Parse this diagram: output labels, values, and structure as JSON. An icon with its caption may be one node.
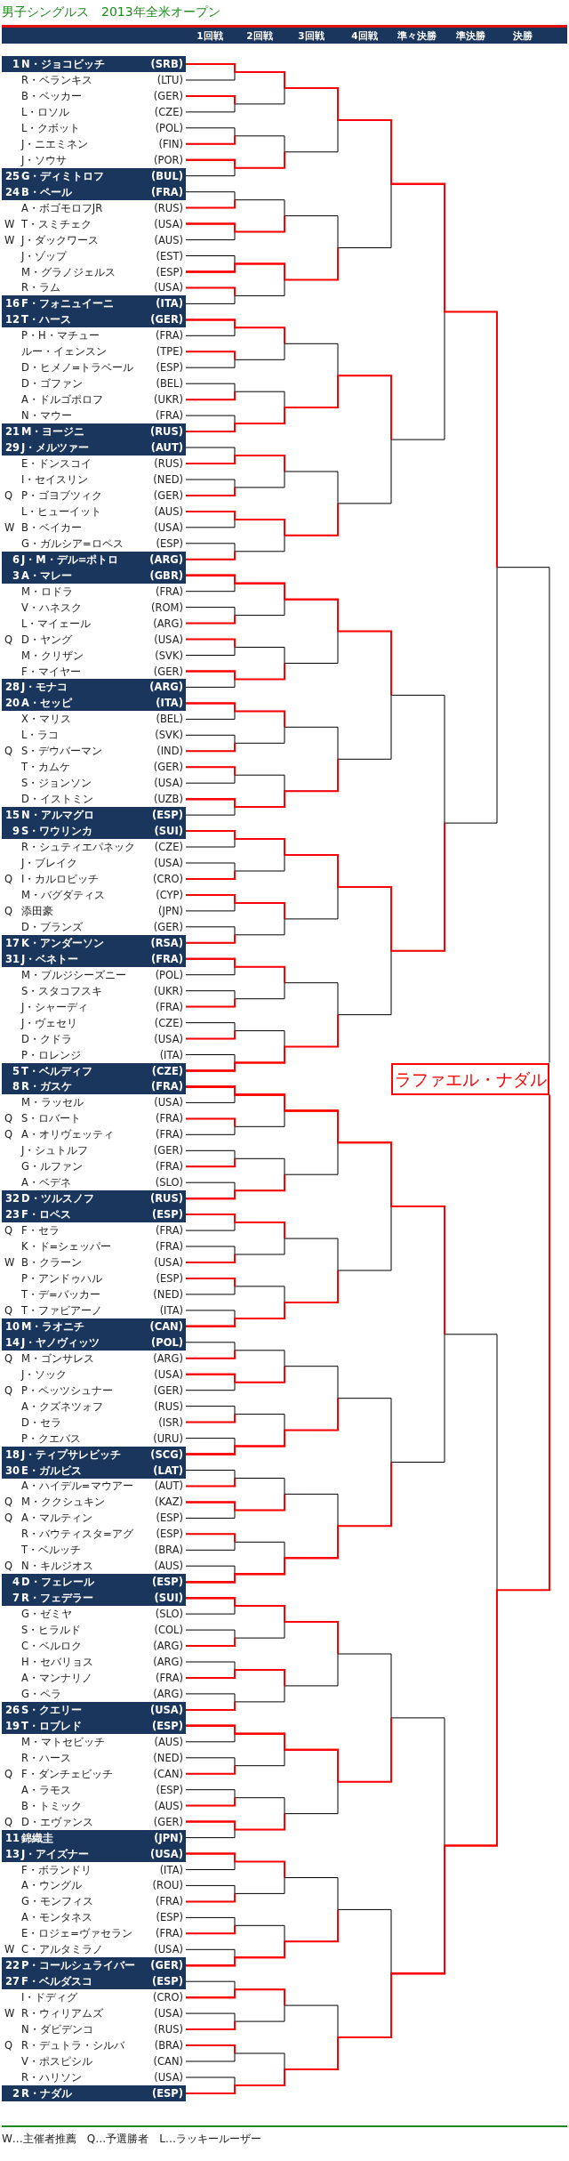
{
  "diagram": {
    "title": "男子シングルス　2013年全米オープン",
    "nodes": [
      {
        "text": [
          "1",
          "N・ジョコビッチ",
          "(SRB)"
        ]
      },
      {
        "text": [
          "R・ベランキス",
          "(LTU)"
        ]
      },
      {
        "text": [
          "B・ベッカー",
          "(GER)"
        ]
      },
      {
        "text": [
          "L・ロソル",
          "(CZE)"
        ]
      },
      {
        "text": [
          "L・クボット",
          "(POL)"
        ]
      },
      {
        "text": [
          "J・ニエミネン",
          "(FIN)"
        ]
      },
      {
        "text": [
          "J・ソウサ",
          "(POR)"
        ]
      },
      {
        "text": [
          "25",
          "G・ディミトロフ",
          "(BUL)"
        ]
      },
      {
        "text": [
          "24",
          "B・ペール",
          "(FRA)"
        ]
      },
      {
        "text": [
          "A・ボゴモロフJR",
          "(RUS)"
        ]
      },
      {
        "text": [
          "W",
          "T・スミチェク",
          "(USA)"
        ]
      },
      {
        "text": [
          "W",
          "J・ダックワース",
          "(AUS)"
        ]
      },
      {
        "text": [
          "J・ゾップ",
          "(EST)"
        ]
      },
      {
        "text": [
          "M・グラノジェルス",
          "(ESP)"
        ]
      },
      {
        "text": [
          "R・ラム",
          "(USA)"
        ]
      },
      {
        "text": [
          "16",
          "F・フォニュイーニ",
          "(ITA)"
        ]
      },
      {
        "text": [
          "12",
          "T・ハース",
          "(GER)"
        ]
      },
      {
        "text": [
          "P・H・マチュー",
          "(FRA)"
        ]
      },
      {
        "text": [
          "ルー・イェンスン",
          "(TPE)"
        ]
      },
      {
        "text": [
          "D・ヒメノ=トラベール",
          "(ESP)"
        ]
      },
      {
        "text": [
          "D・ゴファン",
          "(BEL)"
        ]
      },
      {
        "text": [
          "A・ドルゴポロフ",
          "(UKR)"
        ]
      },
      {
        "text": [
          "N・マウー",
          "(FRA)"
        ]
      },
      {
        "text": [
          "21",
          "M・ヨージニ",
          "(RUS)"
        ]
      },
      {
        "text": [
          "29",
          "J・メルツァー",
          "(AUT)"
        ]
      },
      {
        "text": [
          "E・ドンスコイ",
          "(RUS)"
        ]
      },
      {
        "text": [
          "I・セイスリン",
          "(NED)"
        ]
      },
      {
        "text": [
          "Q",
          "P・ゴヨブツィク",
          "(GER)"
        ]
      },
      {
        "text": [
          "L・ヒューイット",
          "(AUS)"
        ]
      },
      {
        "text": [
          "W",
          "B・ベイカー",
          "(USA)"
        ]
      },
      {
        "text": [
          "G・ガルシア=ロペス",
          "(ESP)"
        ]
      },
      {
        "text": [
          "6",
          "J・M・デル=ポトロ",
          "(ARG)"
        ]
      },
      {
        "text": [
          "3",
          "A・マレー",
          "(GBR)"
        ]
      },
      {
        "text": [
          "M・ロドラ",
          "(FRA)"
        ]
      },
      {
        "text": [
          "V・ハネスク",
          "(ROM)"
        ]
      },
      {
        "text": [
          "L・マイェール",
          "(ARG)"
        ]
      },
      {
        "text": [
          "Q",
          "D・ヤング",
          "(USA)"
        ]
      },
      {
        "text": [
          "M・クリザン",
          "(SVK)"
        ]
      },
      {
        "text": [
          "F・マイヤー",
          "(GER)"
        ]
      },
      {
        "text": [
          "28",
          "J・モナコ",
          "(ARG)"
        ]
      },
      {
        "text": [
          "20",
          "A・セッピ",
          "(ITA)"
        ]
      },
      {
        "text": [
          "X・マリス",
          "(BEL)"
        ]
      },
      {
        "text": [
          "L・ラコ",
          "(SVK)"
        ]
      },
      {
        "text": [
          "Q",
          "S・デウバーマン",
          "(IND)"
        ]
      },
      {
        "text": [
          "T・カムケ",
          "(GER)"
        ]
      },
      {
        "text": [
          "S・ジョンソン",
          "(USA)"
        ]
      },
      {
        "text": [
          "D・イストミン",
          "(UZB)"
        ]
      },
      {
        "text": [
          "15",
          "N・アルマグロ",
          "(ESP)"
        ]
      },
      {
        "text": [
          "9",
          "S・ワウリンカ",
          "(SUI)"
        ]
      },
      {
        "text": [
          "R・シュティエパネック",
          "(CZE)"
        ]
      },
      {
        "text": [
          "J・ブレイク",
          "(USA)"
        ]
      },
      {
        "text": [
          "Q",
          "I・カルロビッチ",
          "(CRO)"
        ]
      },
      {
        "text": [
          "M・バグダティス",
          "(CYP)"
        ]
      },
      {
        "text": [
          "Q",
          "添田豪",
          "(JPN)"
        ]
      },
      {
        "text": [
          "D・ブランズ",
          "(GER)"
        ]
      },
      {
        "text": [
          "17",
          "K・アンダーソン",
          "(RSA)"
        ]
      },
      {
        "text": [
          "31",
          "J・ベネトー",
          "(FRA)"
        ]
      },
      {
        "text": [
          "M・プルジシーズニー",
          "(POL)"
        ]
      },
      {
        "text": [
          "S・スタコフスキ",
          "(UKR)"
        ]
      },
      {
        "text": [
          "J・シャーディ",
          "(FRA)"
        ]
      },
      {
        "text": [
          "J・ヴェセリ",
          "(CZE)"
        ]
      },
      {
        "text": [
          "D・クドラ",
          "(USA)"
        ]
      },
      {
        "text": [
          "P・ロレンジ",
          "(ITA)"
        ]
      },
      {
        "text": [
          "5",
          "T・ベルディフ",
          "(CZE)"
        ]
      },
      {
        "text": [
          "8",
          "R・ガスケ",
          "(FRA)"
        ]
      },
      {
        "text": [
          "M・ラッセル",
          "(USA)"
        ]
      },
      {
        "text": [
          "Q",
          "S・ロバート",
          "(FRA)"
        ]
      },
      {
        "text": [
          "Q",
          "A・オリヴェッティ",
          "(FRA)"
        ]
      },
      {
        "text": [
          "J・シュトルフ",
          "(GER)"
        ]
      },
      {
        "text": [
          "G・ルファン",
          "(FRA)"
        ]
      },
      {
        "text": [
          "A・ベデネ",
          "(SLO)"
        ]
      },
      {
        "text": [
          "32",
          "D・ツルスノフ",
          "(RUS)"
        ]
      },
      {
        "text": [
          "23",
          "F・ロペス",
          "(ESP)"
        ]
      },
      {
        "text": [
          "Q",
          "F・セラ",
          "(FRA)"
        ]
      },
      {
        "text": [
          "K・ド=シェッパー",
          "(FRA)"
        ]
      },
      {
        "text": [
          "W",
          "B・クラーン",
          "(USA)"
        ]
      },
      {
        "text": [
          "P・アンドゥハル",
          "(ESP)"
        ]
      },
      {
        "text": [
          "T・デ=バッカー",
          "(NED)"
        ]
      },
      {
        "text": [
          "Q",
          "T・ファビアーノ",
          "(ITA)"
        ]
      },
      {
        "text": [
          "10",
          "M・ラオニチ",
          "(CAN)"
        ]
      },
      {
        "text": [
          "14",
          "J・ヤノヴィッツ",
          "(POL)"
        ]
      },
      {
        "text": [
          "Q",
          "M・ゴンサレス",
          "(ARG)"
        ]
      },
      {
        "text": [
          "J・ソック",
          "(USA)"
        ]
      },
      {
        "text": [
          "Q",
          "P・ペッツシュナー",
          "(GER)"
        ]
      },
      {
        "text": [
          "A・クズネツォフ",
          "(RUS)"
        ]
      },
      {
        "text": [
          "D・セラ",
          "(ISR)"
        ]
      },
      {
        "text": [
          "P・クエバス",
          "(URU)"
        ]
      },
      {
        "text": [
          "18",
          "J・ティプサレビッチ",
          "(SCG)"
        ]
      },
      {
        "text": [
          "30",
          "E・ガルビス",
          "(LAT)"
        ]
      },
      {
        "text": [
          "A・ハイデル=マウアー",
          "(AUT)"
        ]
      },
      {
        "text": [
          "Q",
          "M・ククシュキン",
          "(KAZ)"
        ]
      },
      {
        "text": [
          "Q",
          "A・マルティン",
          "(ESP)"
        ]
      },
      {
        "text": [
          "R・バウティスタ=アグ",
          "(ESP)"
        ]
      },
      {
        "text": [
          "T・ベルッチ",
          "(BRA)"
        ]
      },
      {
        "text": [
          "Q",
          "N・キルジオス",
          "(AUS)"
        ]
      },
      {
        "text": [
          "4",
          "D・フェレール",
          "(ESP)"
        ]
      },
      {
        "text": [
          "7",
          "R・フェデラー",
          "(SUI)"
        ]
      },
      {
        "text": [
          "G・ゼミヤ",
          "(SLO)"
        ]
      },
      {
        "text": [
          "S・ヒラルド",
          "(COL)"
        ]
      },
      {
        "text": [
          "C・ベルロク",
          "(ARG)"
        ]
      },
      {
        "text": [
          "H・セバリョス",
          "(ARG)"
        ]
      },
      {
        "text": [
          "A・マンナリノ",
          "(FRA)"
        ]
      },
      {
        "text": [
          "G・ペラ",
          "(ARG)"
        ]
      },
      {
        "text": [
          "26",
          "S・クエリー",
          "(USA)"
        ]
      },
      {
        "text": [
          "19",
          "T・ロブレド",
          "(ESP)"
        ]
      },
      {
        "text": [
          "M・マトセビッチ",
          "(AUS)"
        ]
      },
      {
        "text": [
          "R・ハース",
          "(NED)"
        ]
      },
      {
        "text": [
          "Q",
          "F・ダンチェビッチ",
          "(CAN)"
        ]
      },
      {
        "text": [
          "A・ラモス",
          "(ESP)"
        ]
      },
      {
        "text": [
          "B・トミック",
          "(AUS)"
        ]
      },
      {
        "text": [
          "Q",
          "D・エヴァンス",
          "(GER)"
        ]
      },
      {
        "text": [
          "11",
          "錦織圭",
          "(JPN)"
        ]
      },
      {
        "text": [
          "13",
          "J・アイズナー",
          "(USA)"
        ]
      },
      {
        "text": [
          "F・ボランドリ",
          "(ITA)"
        ]
      },
      {
        "text": [
          "A・ウングル",
          "(ROU)"
        ]
      },
      {
        "text": [
          "G・モンフィス",
          "(FRA)"
        ]
      },
      {
        "text": [
          "A・モンタネス",
          "(ESP)"
        ]
      },
      {
        "text": [
          "E・ロジェ=ヴァセラン",
          "(FRA)"
        ]
      },
      {
        "text": [
          "W",
          "C・アルタミラノ",
          "(USA)"
        ]
      },
      {
        "text": [
          "22",
          "P・コールシュライバー",
          "(GER)"
        ]
      },
      {
        "text": [
          "27",
          "F・ベルダスコ",
          "(ESP)"
        ]
      },
      {
        "text": [
          "I・ドディグ",
          "(CRO)"
        ]
      },
      {
        "text": [
          "W",
          "R・ウィリアムズ",
          "(USA)"
        ]
      },
      {
        "text": [
          "N・ダビデンコ",
          "(RUS)"
        ]
      },
      {
        "text": [
          "Q",
          "R・デュトラ・シルバ",
          "(BRA)"
        ]
      },
      {
        "text": [
          "V・ポスピシル",
          "(CAN)"
        ]
      },
      {
        "text": [
          "R・ハリソン",
          "(USA)"
        ]
      },
      {
        "text": [
          "2",
          "R・ナダル",
          "(ESP)"
        ]
      },
      {
        "text": [
          "ラファエル・ナダル"
        ]
      }
    ],
    "edges": [
      {
        "from": 0,
        "to": null,
        "arrow": "none",
        "color": "#ff0000"
      },
      {
        "from": 0,
        "to": null,
        "arrow": "none",
        "color": "#ff0000"
      },
      {
        "from": 0,
        "to": null,
        "arrow": "none",
        "color": "#ff0000"
      },
      {
        "from": 0,
        "to": null,
        "arrow": "none",
        "color": "#ff0000"
      },
      {
        "from": 0,
        "to": null,
        "arrow": "none",
        "color": "#ff0000"
      },
      {
        "from": 0,
        "to": null,
        "arrow": "none",
        "color": "#ff0000"
      },
      {
        "from": 0,
        "to": 128,
        "arrow": "none",
        "color": "#000000"
      },
      {
        "from": 1,
        "to": null,
        "arrow": "none",
        "color": "#000000"
      },
      {
        "from": 2,
        "to": null,
        "arrow": "none",
        "color": "#ff0000"
      },
      {
        "from": 2,
        "to": null,
        "arrow": "none",
        "color": "#000000"
      },
      {
        "from": 3,
        "to": null,
        "arrow": "none",
        "color": "#000000"
      },
      {
        "from": 4,
        "to": null,
        "arrow": "none",
        "color": "#000000"
      },
      {
        "from": 5,
        "to": null,
        "arrow": "none",
        "color": "#ff0000"
      },
      {
        "from": 5,
        "to": null,
        "arrow": "none",
        "color": "#000000"
      },
      {
        "from": 6,
        "to": null,
        "arrow": "none",
        "color": "#ff0000"
      },
      {
        "from": 6,
        "to": null,
        "arrow": "none",
        "color": "#ff0000"
      },
      {
        "from": 6,
        "to": null,
        "arrow": "none",
        "color": "#000000"
      },
      {
        "from": 7,
        "to": null,
        "arrow": "none",
        "color": "#000000"
      },
      {
        "from": 8,
        "to": null,
        "arrow": "none",
        "color": "#000000"
      },
      {
        "from": 9,
        "to": null,
        "arrow": "none",
        "color": "#ff0000"
      },
      {
        "from": 9,
        "to": null,
        "arrow": "none",
        "color": "#000000"
      },
      {
        "from": 10,
        "to": null,
        "arrow": "none",
        "color": "#ff0000"
      },
      {
        "from": 10,
        "to": null,
        "arrow": "none",
        "color": "#ff0000"
      },
      {
        "from": 10,
        "to": null,
        "arrow": "none",
        "color": "#000000"
      },
      {
        "from": 11,
        "to": null,
        "arrow": "none",
        "color": "#000000"
      },
      {
        "from": 12,
        "to": null,
        "arrow": "none",
        "color": "#000000"
      },
      {
        "from": 13,
        "to": null,
        "arrow": "none",
        "color": "#ff0000"
      },
      {
        "from": 13,
        "to": null,
        "arrow": "none",
        "color": "#ff0000"
      },
      {
        "from": 13,
        "to": null,
        "arrow": "none",
        "color": "#ff0000"
      },
      {
        "from": 13,
        "to": null,
        "arrow": "none",
        "color": "#000000"
      },
      {
        "from": 14,
        "to": null,
        "arrow": "none",
        "color": "#ff0000"
      },
      {
        "from": 14,
        "to": null,
        "arrow": "none",
        "color": "#000000"
      },
      {
        "from": 15,
        "to": null,
        "arrow": "none",
        "color": "#000000"
      },
      {
        "from": 16,
        "to": null,
        "arrow": "none",
        "color": "#ff0000"
      },
      {
        "from": 16,
        "to": null,
        "arrow": "none",
        "color": "#ff0000"
      },
      {
        "from": 16,
        "to": null,
        "arrow": "none",
        "color": "#000000"
      },
      {
        "from": 17,
        "to": null,
        "arrow": "none",
        "color": "#000000"
      },
      {
        "from": 18,
        "to": null,
        "arrow": "none",
        "color": "#ff0000"
      },
      {
        "from": 18,
        "to": null,
        "arrow": "none",
        "color": "#000000"
      },
      {
        "from": 19,
        "to": null,
        "arrow": "none",
        "color": "#000000"
      },
      {
        "from": 20,
        "to": null,
        "arrow": "none",
        "color": "#000000"
      },
      {
        "from": 21,
        "to": null,
        "arrow": "none",
        "color": "#ff0000"
      },
      {
        "from": 21,
        "to": null,
        "arrow": "none",
        "color": "#000000"
      },
      {
        "from": 22,
        "to": null,
        "arrow": "none",
        "color": "#000000"
      },
      {
        "from": 23,
        "to": null,
        "arrow": "none",
        "color": "#ff0000"
      },
      {
        "from": 23,
        "to": null,
        "arrow": "none",
        "color": "#ff0000"
      },
      {
        "from": 23,
        "to": null,
        "arrow": "none",
        "color": "#ff0000"
      },
      {
        "from": 23,
        "to": null,
        "arrow": "none",
        "color": "#ff0000"
      },
      {
        "from": 23,
        "to": null,
        "arrow": "none",
        "color": "#000000"
      },
      {
        "from": 24,
        "to": null,
        "arrow": "none",
        "color": "#000000"
      },
      {
        "from": 25,
        "to": null,
        "arrow": "none",
        "color": "#ff0000"
      },
      {
        "from": 25,
        "to": null,
        "arrow": "none",
        "color": "#ff0000"
      },
      {
        "from": 25,
        "to": null,
        "arrow": "none",
        "color": "#000000"
      },
      {
        "from": 26,
        "to": null,
        "arrow": "none",
        "color": "#000000"
      },
      {
        "from": 27,
        "to": null,
        "arrow": "none",
        "color": "#ff0000"
      },
      {
        "from": 27,
        "to": null,
        "arrow": "none",
        "color": "#000000"
      },
      {
        "from": 28,
        "to": null,
        "arrow": "none",
        "color": "#ff0000"
      },
      {
        "from": 28,
        "to": null,
        "arrow": "none",
        "color": "#ff0000"
      },
      {
        "from": 28,
        "to": null,
        "arrow": "none",
        "color": "#ff0000"
      },
      {
        "from": 28,
        "to": null,
        "arrow": "none",
        "color": "#000000"
      },
      {
        "from": 29,
        "to": null,
        "arrow": "none",
        "color": "#000000"
      },
      {
        "from": 30,
        "to": null,
        "arrow": "none",
        "color": "#000000"
      },
      {
        "from": 31,
        "to": null,
        "arrow": "none",
        "color": "#ff0000"
      },
      {
        "from": 31,
        "to": null,
        "arrow": "none",
        "color": "#000000"
      },
      {
        "from": 32,
        "to": null,
        "arrow": "none",
        "color": "#ff0000"
      },
      {
        "from": 32,
        "to": null,
        "arrow": "none",
        "color": "#ff0000"
      },
      {
        "from": 32,
        "to": null,
        "arrow": "none",
        "color": "#ff0000"
      },
      {
        "from": 32,
        "to": null,
        "arrow": "none",
        "color": "#ff0000"
      },
      {
        "from": 32,
        "to": null,
        "arrow": "none",
        "color": "#000000"
      },
      {
        "from": 33,
        "to": null,
        "arrow": "none",
        "color": "#000000"
      },
      {
        "from": 34,
        "to": null,
        "arrow": "none",
        "color": "#000000"
      },
      {
        "from": 35,
        "to": null,
        "arrow": "none",
        "color": "#ff0000"
      },
      {
        "from": 35,
        "to": null,
        "arrow": "none",
        "color": "#000000"
      },
      {
        "from": 36,
        "to": null,
        "arrow": "none",
        "color": "#ff0000"
      },
      {
        "from": 36,
        "to": null,
        "arrow": "none",
        "color": "#000000"
      },
      {
        "from": 37,
        "to": null,
        "arrow": "none",
        "color": "#000000"
      },
      {
        "from": 38,
        "to": null,
        "arrow": "none",
        "color": "#ff0000"
      },
      {
        "from": 38,
        "to": null,
        "arrow": "none",
        "color": "#ff0000"
      },
      {
        "from": 38,
        "to": null,
        "arrow": "none",
        "color": "#000000"
      },
      {
        "from": 39,
        "to": null,
        "arrow": "none",
        "color": "#000000"
      },
      {
        "from": 40,
        "to": null,
        "arrow": "none",
        "color": "#ff0000"
      },
      {
        "from": 40,
        "to": null,
        "arrow": "none",
        "color": "#ff0000"
      },
      {
        "from": 40,
        "to": null,
        "arrow": "none",
        "color": "#000000"
      },
      {
        "from": 41,
        "to": null,
        "arrow": "none",
        "color": "#000000"
      },
      {
        "from": 42,
        "to": null,
        "arrow": "none",
        "color": "#000000"
      },
      {
        "from": 43,
        "to": null,
        "arrow": "none",
        "color": "#ff0000"
      },
      {
        "from": 43,
        "to": null,
        "arrow": "none",
        "color": "#000000"
      },
      {
        "from": 44,
        "to": null,
        "arrow": "none",
        "color": "#ff0000"
      },
      {
        "from": 44,
        "to": null,
        "arrow": "none",
        "color": "#000000"
      },
      {
        "from": 45,
        "to": null,
        "arrow": "none",
        "color": "#000000"
      },
      {
        "from": 46,
        "to": null,
        "arrow": "none",
        "color": "#ff0000"
      },
      {
        "from": 46,
        "to": null,
        "arrow": "none",
        "color": "#ff0000"
      },
      {
        "from": 46,
        "to": null,
        "arrow": "none",
        "color": "#ff0000"
      },
      {
        "from": 46,
        "to": null,
        "arrow": "none",
        "color": "#000000"
      },
      {
        "from": 47,
        "to": null,
        "arrow": "none",
        "color": "#000000"
      },
      {
        "from": 48,
        "to": null,
        "arrow": "none",
        "color": "#ff0000"
      },
      {
        "from": 48,
        "to": null,
        "arrow": "none",
        "color": "#ff0000"
      },
      {
        "from": 48,
        "to": null,
        "arrow": "none",
        "color": "#ff0000"
      },
      {
        "from": 48,
        "to": null,
        "arrow": "none",
        "color": "#ff0000"
      },
      {
        "from": 48,
        "to": null,
        "arrow": "none",
        "color": "#ff0000"
      },
      {
        "from": 48,
        "to": null,
        "arrow": "none",
        "color": "#000000"
      },
      {
        "from": 49,
        "to": null,
        "arrow": "none",
        "color": "#000000"
      },
      {
        "from": 50,
        "to": null,
        "arrow": "none",
        "color": "#000000"
      },
      {
        "from": 51,
        "to": null,
        "arrow": "none",
        "color": "#ff0000"
      },
      {
        "from": 51,
        "to": null,
        "arrow": "none",
        "color": "#000000"
      },
      {
        "from": 52,
        "to": null,
        "arrow": "none",
        "color": "#ff0000"
      },
      {
        "from": 52,
        "to": null,
        "arrow": "none",
        "color": "#ff0000"
      },
      {
        "from": 52,
        "to": null,
        "arrow": "none",
        "color": "#000000"
      },
      {
        "from": 53,
        "to": null,
        "arrow": "none",
        "color": "#000000"
      },
      {
        "from": 54,
        "to": null,
        "arrow": "none",
        "color": "#000000"
      },
      {
        "from": 55,
        "to": null,
        "arrow": "none",
        "color": "#ff0000"
      },
      {
        "from": 55,
        "to": null,
        "arrow": "none",
        "color": "#000000"
      },
      {
        "from": 56,
        "to": null,
        "arrow": "none",
        "color": "#ff0000"
      },
      {
        "from": 56,
        "to": null,
        "arrow": "none",
        "color": "#ff0000"
      },
      {
        "from": 56,
        "to": null,
        "arrow": "none",
        "color": "#000000"
      },
      {
        "from": 57,
        "to": null,
        "arrow": "none",
        "color": "#000000"
      },
      {
        "from": 58,
        "to": null,
        "arrow": "none",
        "color": "#000000"
      },
      {
        "from": 59,
        "to": null,
        "arrow": "none",
        "color": "#ff0000"
      },
      {
        "from": 59,
        "to": null,
        "arrow": "none",
        "color": "#000000"
      },
      {
        "from": 60,
        "to": null,
        "arrow": "none",
        "color": "#000000"
      },
      {
        "from": 61,
        "to": null,
        "arrow": "none",
        "color": "#ff0000"
      },
      {
        "from": 61,
        "to": null,
        "arrow": "none",
        "color": "#000000"
      },
      {
        "from": 62,
        "to": null,
        "arrow": "none",
        "color": "#000000"
      },
      {
        "from": 63,
        "to": null,
        "arrow": "none",
        "color": "#ff0000"
      },
      {
        "from": 63,
        "to": null,
        "arrow": "none",
        "color": "#ff0000"
      },
      {
        "from": 63,
        "to": null,
        "arrow": "none",
        "color": "#ff0000"
      },
      {
        "from": 63,
        "to": null,
        "arrow": "none",
        "color": "#000000"
      },
      {
        "from": 64,
        "to": null,
        "arrow": "none",
        "color": "#ff0000"
      },
      {
        "from": 64,
        "to": null,
        "arrow": "none",
        "color": "#ff0000"
      },
      {
        "from": 64,
        "to": null,
        "arrow": "none",
        "color": "#ff0000"
      },
      {
        "from": 64,
        "to": null,
        "arrow": "none",
        "color": "#ff0000"
      },
      {
        "from": 64,
        "to": null,
        "arrow": "none",
        "color": "#ff0000"
      },
      {
        "from": 64,
        "to": null,
        "arrow": "none",
        "color": "#000000"
      },
      {
        "from": 65,
        "to": null,
        "arrow": "none",
        "color": "#000000"
      },
      {
        "from": 66,
        "to": null,
        "arrow": "none",
        "color": "#ff0000"
      },
      {
        "from": 66,
        "to": null,
        "arrow": "none",
        "color": "#000000"
      },
      {
        "from": 67,
        "to": null,
        "arrow": "none",
        "color": "#000000"
      },
      {
        "from": 68,
        "to": null,
        "arrow": "none",
        "color": "#000000"
      },
      {
        "from": 69,
        "to": null,
        "arrow": "none",
        "color": "#ff0000"
      },
      {
        "from": 69,
        "to": null,
        "arrow": "none",
        "color": "#000000"
      },
      {
        "from": 70,
        "to": null,
        "arrow": "none",
        "color": "#000000"
      },
      {
        "from": 71,
        "to": null,
        "arrow": "none",
        "color": "#ff0000"
      },
      {
        "from": 71,
        "to": null,
        "arrow": "none",
        "color": "#ff0000"
      },
      {
        "from": 71,
        "to": null,
        "arrow": "none",
        "color": "#000000"
      },
      {
        "from": 72,
        "to": null,
        "arrow": "none",
        "color": "#ff0000"
      },
      {
        "from": 72,
        "to": null,
        "arrow": "none",
        "color": "#ff0000"
      },
      {
        "from": 72,
        "to": null,
        "arrow": "none",
        "color": "#000000"
      },
      {
        "from": 73,
        "to": null,
        "arrow": "none",
        "color": "#000000"
      },
      {
        "from": 74,
        "to": null,
        "arrow": "none",
        "color": "#000000"
      },
      {
        "from": 75,
        "to": null,
        "arrow": "none",
        "color": "#ff0000"
      },
      {
        "from": 75,
        "to": null,
        "arrow": "none",
        "color": "#000000"
      },
      {
        "from": 76,
        "to": null,
        "arrow": "none",
        "color": "#ff0000"
      },
      {
        "from": 76,
        "to": null,
        "arrow": "none",
        "color": "#000000"
      },
      {
        "from": 77,
        "to": null,
        "arrow": "none",
        "color": "#000000"
      },
      {
        "from": 78,
        "to": null,
        "arrow": "none",
        "color": "#000000"
      },
      {
        "from": 79,
        "to": null,
        "arrow": "none",
        "color": "#ff0000"
      },
      {
        "from": 79,
        "to": null,
        "arrow": "none",
        "color": "#ff0000"
      },
      {
        "from": 79,
        "to": null,
        "arrow": "none",
        "color": "#ff0000"
      },
      {
        "from": 79,
        "to": null,
        "arrow": "none",
        "color": "#000000"
      },
      {
        "from": 80,
        "to": null,
        "arrow": "none",
        "color": "#000000"
      },
      {
        "from": 81,
        "to": null,
        "arrow": "none",
        "color": "#ff0000"
      },
      {
        "from": 81,
        "to": null,
        "arrow": "none",
        "color": "#000000"
      },
      {
        "from": 82,
        "to": null,
        "arrow": "none",
        "color": "#ff0000"
      },
      {
        "from": 82,
        "to": null,
        "arrow": "none",
        "color": "#ff0000"
      },
      {
        "from": 82,
        "to": null,
        "arrow": "none",
        "color": "#000000"
      },
      {
        "from": 83,
        "to": null,
        "arrow": "none",
        "color": "#000000"
      },
      {
        "from": 84,
        "to": null,
        "arrow": "none",
        "color": "#000000"
      },
      {
        "from": 85,
        "to": null,
        "arrow": "none",
        "color": "#ff0000"
      },
      {
        "from": 85,
        "to": null,
        "arrow": "none",
        "color": "#000000"
      },
      {
        "from": 86,
        "to": null,
        "arrow": "none",
        "color": "#000000"
      },
      {
        "from": 87,
        "to": null,
        "arrow": "none",
        "color": "#ff0000"
      },
      {
        "from": 87,
        "to": null,
        "arrow": "none",
        "color": "#ff0000"
      },
      {
        "from": 87,
        "to": null,
        "arrow": "none",
        "color": "#ff0000"
      },
      {
        "from": 87,
        "to": null,
        "arrow": "none",
        "color": "#000000"
      },
      {
        "from": 88,
        "to": null,
        "arrow": "none",
        "color": "#000000"
      },
      {
        "from": 89,
        "to": null,
        "arrow": "none",
        "color": "#ff0000"
      },
      {
        "from": 89,
        "to": null,
        "arrow": "none",
        "color": "#000000"
      },
      {
        "from": 90,
        "to": null,
        "arrow": "none",
        "color": "#ff0000"
      },
      {
        "from": 90,
        "to": null,
        "arrow": "none",
        "color": "#ff0000"
      },
      {
        "from": 90,
        "to": null,
        "arrow": "none",
        "color": "#000000"
      },
      {
        "from": 91,
        "to": null,
        "arrow": "none",
        "color": "#000000"
      },
      {
        "from": 92,
        "to": null,
        "arrow": "none",
        "color": "#ff0000"
      },
      {
        "from": 92,
        "to": null,
        "arrow": "none",
        "color": "#000000"
      },
      {
        "from": 93,
        "to": null,
        "arrow": "none",
        "color": "#000000"
      },
      {
        "from": 94,
        "to": null,
        "arrow": "none",
        "color": "#000000"
      },
      {
        "from": 95,
        "to": null,
        "arrow": "none",
        "color": "#ff0000"
      },
      {
        "from": 95,
        "to": null,
        "arrow": "none",
        "color": "#ff0000"
      },
      {
        "from": 95,
        "to": null,
        "arrow": "none",
        "color": "#ff0000"
      },
      {
        "from": 95,
        "to": null,
        "arrow": "none",
        "color": "#ff0000"
      },
      {
        "from": 95,
        "to": null,
        "arrow": "none",
        "color": "#000000"
      },
      {
        "from": 96,
        "to": null,
        "arrow": "none",
        "color": "#ff0000"
      },
      {
        "from": 96,
        "to": null,
        "arrow": "none",
        "color": "#ff0000"
      },
      {
        "from": 96,
        "to": null,
        "arrow": "none",
        "color": "#ff0000"
      },
      {
        "from": 96,
        "to": null,
        "arrow": "none",
        "color": "#000000"
      },
      {
        "from": 97,
        "to": null,
        "arrow": "none",
        "color": "#000000"
      },
      {
        "from": 98,
        "to": null,
        "arrow": "none",
        "color": "#000000"
      },
      {
        "from": 99,
        "to": null,
        "arrow": "none",
        "color": "#ff0000"
      },
      {
        "from": 99,
        "to": null,
        "arrow": "none",
        "color": "#000000"
      },
      {
        "from": 100,
        "to": null,
        "arrow": "none",
        "color": "#000000"
      },
      {
        "from": 101,
        "to": null,
        "arrow": "none",
        "color": "#ff0000"
      },
      {
        "from": 101,
        "to": null,
        "arrow": "none",
        "color": "#ff0000"
      },
      {
        "from": 101,
        "to": null,
        "arrow": "none",
        "color": "#000000"
      },
      {
        "from": 102,
        "to": null,
        "arrow": "none",
        "color": "#000000"
      },
      {
        "from": 103,
        "to": null,
        "arrow": "none",
        "color": "#ff0000"
      },
      {
        "from": 103,
        "to": null,
        "arrow": "none",
        "color": "#000000"
      },
      {
        "from": 104,
        "to": null,
        "arrow": "none",
        "color": "#ff0000"
      },
      {
        "from": 104,
        "to": null,
        "arrow": "none",
        "color": "#ff0000"
      },
      {
        "from": 104,
        "to": null,
        "arrow": "none",
        "color": "#ff0000"
      },
      {
        "from": 104,
        "to": null,
        "arrow": "none",
        "color": "#ff0000"
      },
      {
        "from": 104,
        "to": null,
        "arrow": "none",
        "color": "#000000"
      },
      {
        "from": 105,
        "to": null,
        "arrow": "none",
        "color": "#000000"
      },
      {
        "from": 106,
        "to": null,
        "arrow": "none",
        "color": "#000000"
      },
      {
        "from": 107,
        "to": null,
        "arrow": "none",
        "color": "#ff0000"
      },
      {
        "from": 107,
        "to": null,
        "arrow": "none",
        "color": "#000000"
      },
      {
        "from": 108,
        "to": null,
        "arrow": "none",
        "color": "#000000"
      },
      {
        "from": 109,
        "to": null,
        "arrow": "none",
        "color": "#ff0000"
      },
      {
        "from": 109,
        "to": null,
        "arrow": "none",
        "color": "#000000"
      },
      {
        "from": 110,
        "to": null,
        "arrow": "none",
        "color": "#ff0000"
      },
      {
        "from": 110,
        "to": null,
        "arrow": "none",
        "color": "#ff0000"
      },
      {
        "from": 110,
        "to": null,
        "arrow": "none",
        "color": "#000000"
      },
      {
        "from": 111,
        "to": null,
        "arrow": "none",
        "color": "#000000"
      },
      {
        "from": 112,
        "to": null,
        "arrow": "none",
        "color": "#ff0000"
      },
      {
        "from": 112,
        "to": null,
        "arrow": "none",
        "color": "#ff0000"
      },
      {
        "from": 112,
        "to": null,
        "arrow": "none",
        "color": "#000000"
      },
      {
        "from": 113,
        "to": null,
        "arrow": "none",
        "color": "#000000"
      },
      {
        "from": 114,
        "to": null,
        "arrow": "none",
        "color": "#000000"
      },
      {
        "from": 115,
        "to": null,
        "arrow": "none",
        "color": "#ff0000"
      },
      {
        "from": 115,
        "to": null,
        "arrow": "none",
        "color": "#000000"
      },
      {
        "from": 116,
        "to": null,
        "arrow": "none",
        "color": "#000000"
      },
      {
        "from": 117,
        "to": null,
        "arrow": "none",
        "color": "#ff0000"
      },
      {
        "from": 117,
        "to": null,
        "arrow": "none",
        "color": "#000000"
      },
      {
        "from": 118,
        "to": null,
        "arrow": "none",
        "color": "#000000"
      },
      {
        "from": 119,
        "to": null,
        "arrow": "none",
        "color": "#ff0000"
      },
      {
        "from": 119,
        "to": null,
        "arrow": "none",
        "color": "#ff0000"
      },
      {
        "from": 119,
        "to": null,
        "arrow": "none",
        "color": "#ff0000"
      },
      {
        "from": 119,
        "to": null,
        "arrow": "none",
        "color": "#000000"
      },
      {
        "from": 120,
        "to": null,
        "arrow": "none",
        "color": "#000000"
      },
      {
        "from": 121,
        "to": null,
        "arrow": "none",
        "color": "#ff0000"
      },
      {
        "from": 121,
        "to": null,
        "arrow": "none",
        "color": "#ff0000"
      },
      {
        "from": 121,
        "to": null,
        "arrow": "none",
        "color": "#000000"
      },
      {
        "from": 122,
        "to": null,
        "arrow": "none",
        "color": "#000000"
      },
      {
        "from": 123,
        "to": null,
        "arrow": "none",
        "color": "#ff0000"
      },
      {
        "from": 123,
        "to": null,
        "arrow": "none",
        "color": "#000000"
      },
      {
        "from": 124,
        "to": null,
        "arrow": "none",
        "color": "#ff0000"
      },
      {
        "from": 124,
        "to": null,
        "arrow": "none",
        "color": "#000000"
      },
      {
        "from": 125,
        "to": null,
        "arrow": "none",
        "color": "#000000"
      },
      {
        "from": 126,
        "to": null,
        "arrow": "none",
        "color": "#000000"
      },
      {
        "from": 127,
        "to": null,
        "arrow": "none",
        "color": "#ff0000"
      },
      {
        "from": 127,
        "to": null,
        "arrow": "none",
        "color": "#ff0000"
      },
      {
        "from": 127,
        "to": null,
        "arrow": "none",
        "color": "#ff0000"
      },
      {
        "from": 127,
        "to": null,
        "arrow": "none",
        "color": "#ff0000"
      },
      {
        "from": 127,
        "to": null,
        "arrow": "none",
        "color": "#ff0000"
      },
      {
        "from": 127,
        "to": null,
        "arrow": "none",
        "color": "#ff0000"
      },
      {
        "from": 127,
        "to": 128,
        "arrow": "none",
        "color": "#ff0000"
      }
    ],
    "labels": [
      "1回戦",
      "2回戦",
      "3回戦",
      "4回戦",
      "準々決勝",
      "準決勝",
      "決勝",
      "W…主催者推薦　Q…予選勝者　L…ラッキールーザー"
    ]
  }
}
